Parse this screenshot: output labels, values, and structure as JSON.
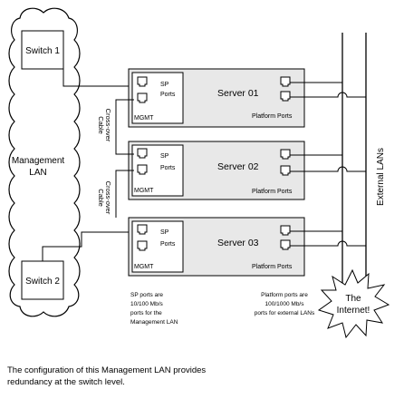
{
  "switches": [
    {
      "label": "Switch 1"
    },
    {
      "label": "Switch 2"
    }
  ],
  "management_lan": {
    "line1": "Management",
    "line2": "LAN"
  },
  "servers": [
    {
      "name": "Server 01",
      "sp_label_1": "SP",
      "sp_label_2": "Ports",
      "mgmt_label": "MGMT",
      "platform_label": "Platform Ports"
    },
    {
      "name": "Server 02",
      "sp_label_1": "SP",
      "sp_label_2": "Ports",
      "mgmt_label": "MGMT",
      "platform_label": "Platform Ports"
    },
    {
      "name": "Server 03",
      "sp_label_1": "SP",
      "sp_label_2": "Ports",
      "mgmt_label": "MGMT",
      "platform_label": "Platform Ports"
    }
  ],
  "crossover_cables": [
    {
      "line1": "Cross-over",
      "line2": "Cable"
    },
    {
      "line1": "Cross-over",
      "line2": "Cable"
    }
  ],
  "external_lans_label": "External LANs",
  "internet": {
    "line1": "The",
    "line2": "Internet!"
  },
  "notes": {
    "sp_ports": [
      "SP ports are",
      "10/100 Mb/s",
      "ports for the",
      "Management LAN"
    ],
    "platform_ports": [
      "Platform ports are",
      "100/1000 Mb/s",
      "ports for external LANs"
    ]
  },
  "caption": [
    "The configuration of this Management LAN provides",
    "redundancy at the switch level."
  ]
}
